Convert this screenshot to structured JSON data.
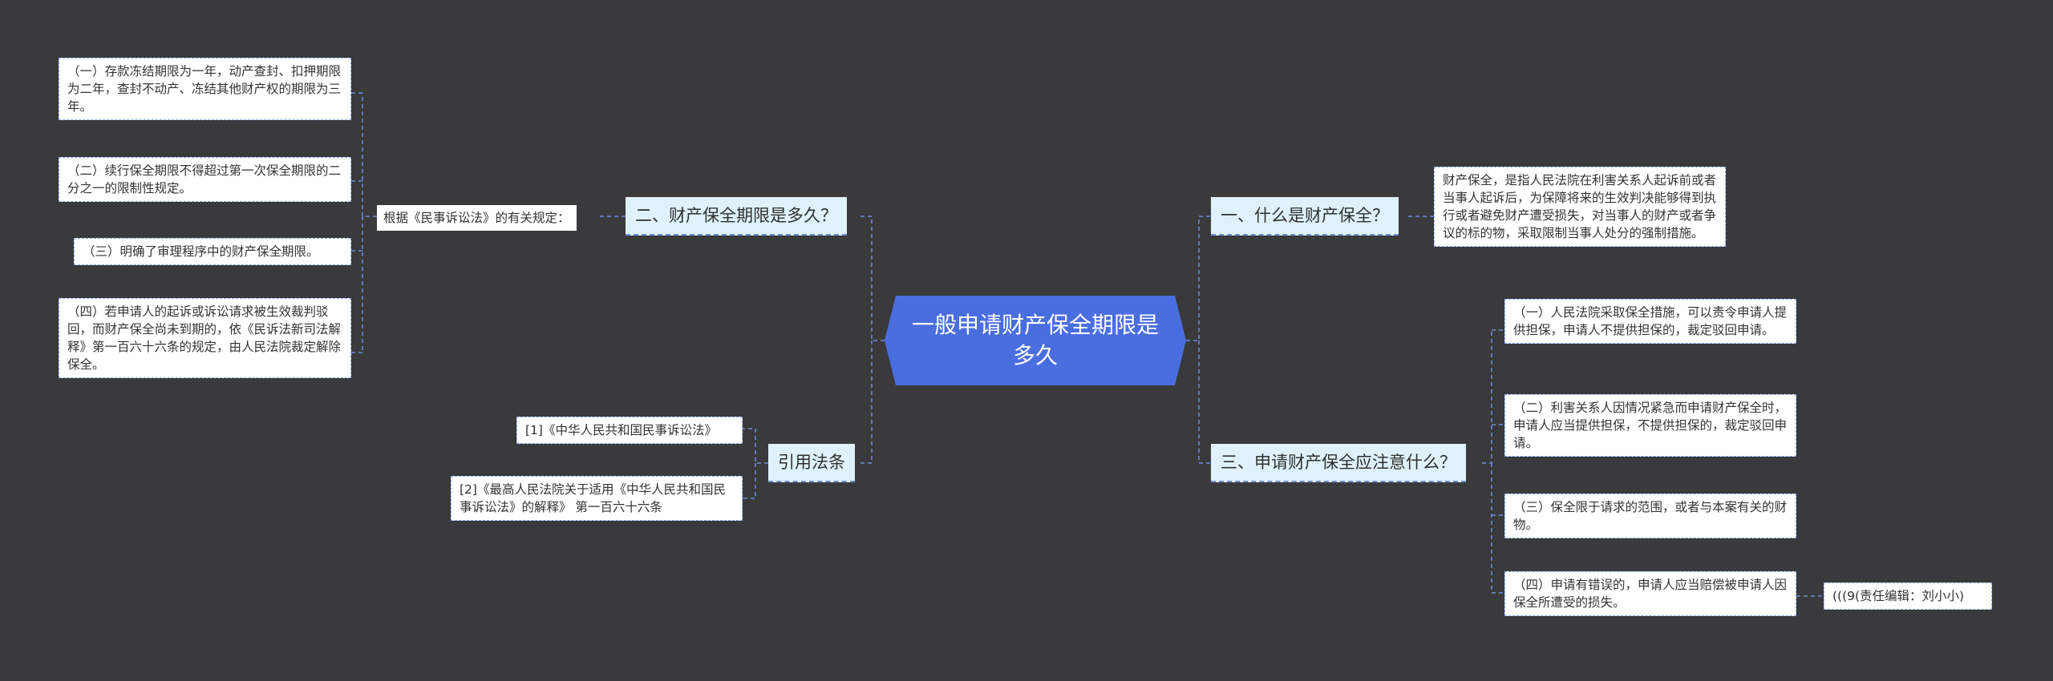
{
  "center": {
    "title": "一般申请财产保全期限是多久"
  },
  "left": {
    "b2": {
      "label": "二、财产保全期限是多久？",
      "intro": "根据《民事诉讼法》的有关规定：",
      "items": [
        "（一）存款冻结期限为一年，动产查封、扣押期限为二年，查封不动产、冻结其他财产权的期限为三年。",
        "（二）续行保全期限不得超过第一次保全期限的二分之一的限制性规定。",
        "（三）明确了审理程序中的财产保全期限。",
        "（四）若申请人的起诉或诉讼请求被生效裁判驳回，而财产保全尚未到期的，依《民诉法新司法解释》第一百六十六条的规定，由人民法院裁定解除保全。"
      ]
    },
    "ref": {
      "label": "引用法条",
      "items": [
        "[1]《中华人民共和国民事诉讼法》",
        "[2]《最高人民法院关于适用《中华人民共和国民事诉讼法》的解释》 第一百六十六条"
      ]
    }
  },
  "right": {
    "b1": {
      "label": "一、什么是财产保全？",
      "detail": "财产保全，是指人民法院在利害关系人起诉前或者当事人起诉后，为保障将来的生效判决能够得到执行或者避免财产遭受损失，对当事人的财产或者争议的标的物，采取限制当事人处分的强制措施。"
    },
    "b3": {
      "label": "三、申请财产保全应注意什么？",
      "items": [
        "（一）人民法院采取保全措施，可以责令申请人提供担保，申请人不提供担保的，裁定驳回申请。",
        "（二）利害关系人因情况紧急而申请财产保全时，申请人应当提供担保，不提供担保的，裁定驳回申请。",
        "（三）保全限于请求的范围，或者与本案有关的财物。",
        "（四）申请有错误的，申请人应当赔偿被申请人因保全所遭受的损失。"
      ],
      "editor": "(((9(责任编辑：刘小小)"
    }
  },
  "colors": {
    "background": "#3a393c",
    "center": "#4a6ee0",
    "branch": "#dff2fb",
    "line": "#6f8fe6"
  }
}
